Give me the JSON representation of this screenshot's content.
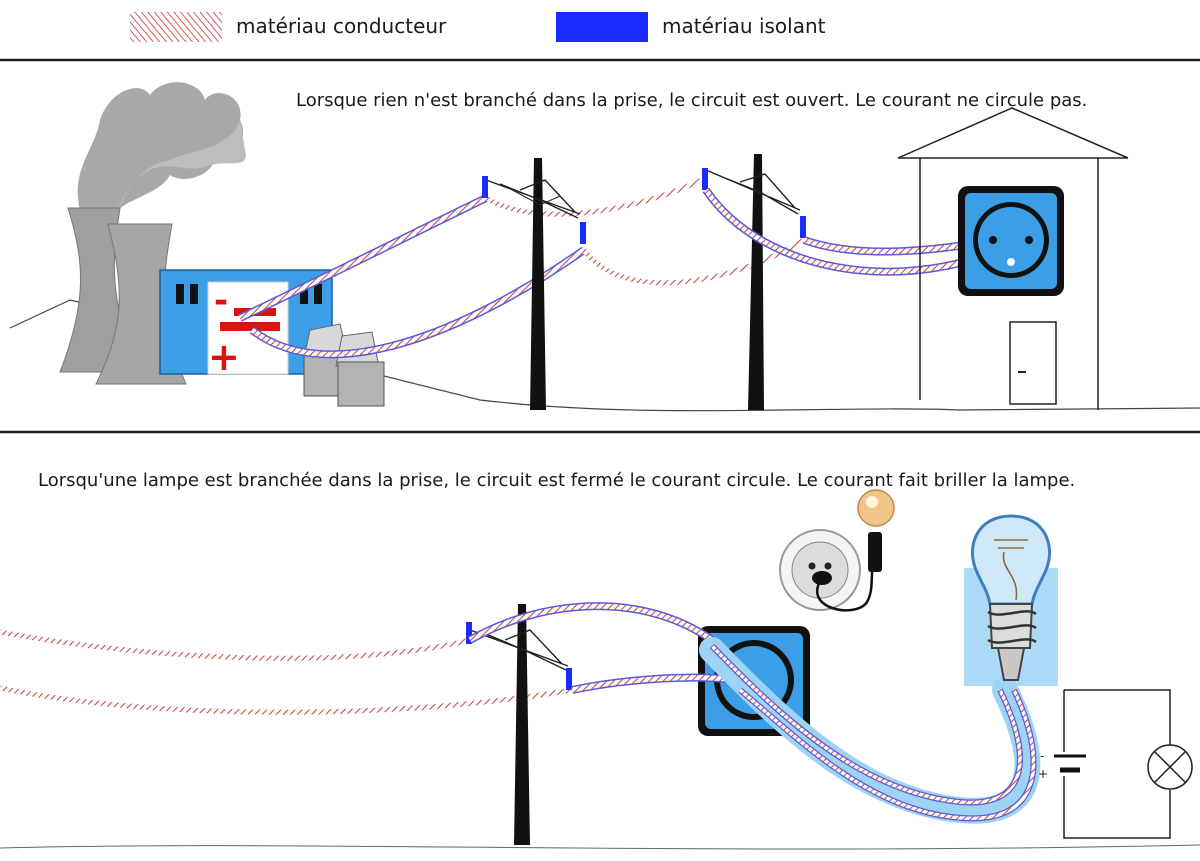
{
  "legend": {
    "conductor_label": "matériau conducteur",
    "insulator_label": "matériau isolant",
    "conductor_color": "#c94a4a",
    "insulator_color": "#1a2bff"
  },
  "panel_top": {
    "caption": "Lorsque rien n'est branché dans la prise, le circuit est ouvert. Le courant ne circule pas.",
    "generator_minus": "-",
    "generator_plus": "+"
  },
  "panel_bottom": {
    "caption": "Lorsqu'une lampe est branchée dans la prise, le circuit est fermé le courant circule. Le courant fait briller la lampe.",
    "battery_minus": "-",
    "battery_plus": "+"
  },
  "colors": {
    "socket_blue": "#3d9ee8",
    "generator_blue": "#3d9ee8",
    "smoke_gray": "#a8a8a8",
    "tower_gray": "#a0a0a0",
    "sign_red": "#e01010"
  },
  "icons": [
    "power-plant",
    "cooling-tower",
    "generator",
    "transformer",
    "utility-pole",
    "house",
    "wall-socket",
    "plug-lamp",
    "light-bulb",
    "battery",
    "lamp-symbol"
  ]
}
